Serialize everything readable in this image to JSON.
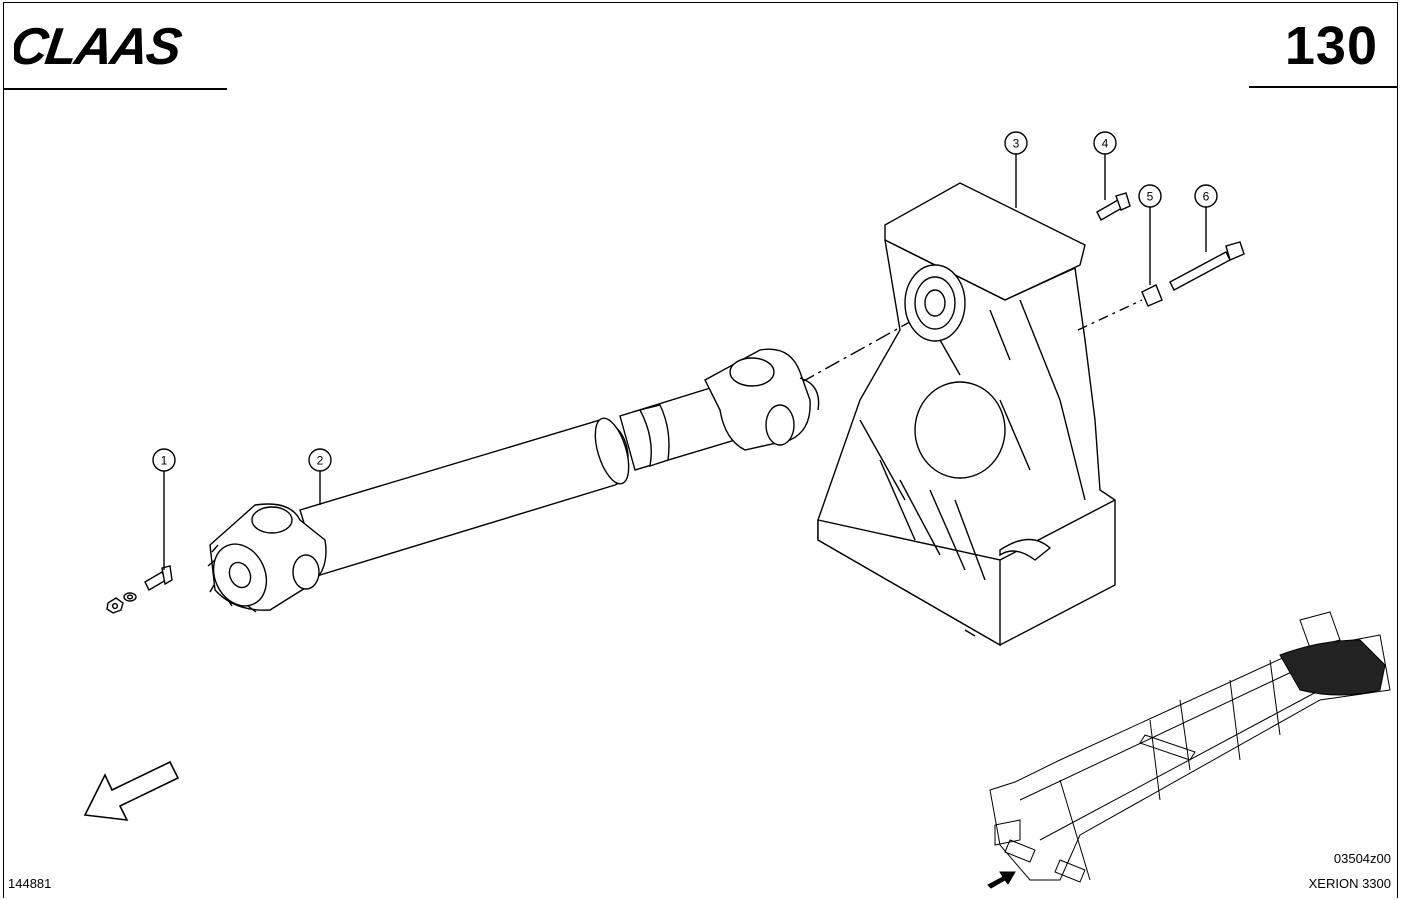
{
  "header": {
    "brand": "CLAAS",
    "page_number": "130"
  },
  "callouts": [
    {
      "id": "1"
    },
    {
      "id": "2"
    },
    {
      "id": "3"
    },
    {
      "id": "4"
    },
    {
      "id": "5"
    },
    {
      "id": "6"
    }
  ],
  "footer": {
    "doc_id": "144881",
    "ref_code": "03504z00",
    "model": "XERION 3300"
  },
  "icons": {
    "direction_arrow": "arrow-down-left-icon",
    "locator": "machine-frame-locator"
  }
}
